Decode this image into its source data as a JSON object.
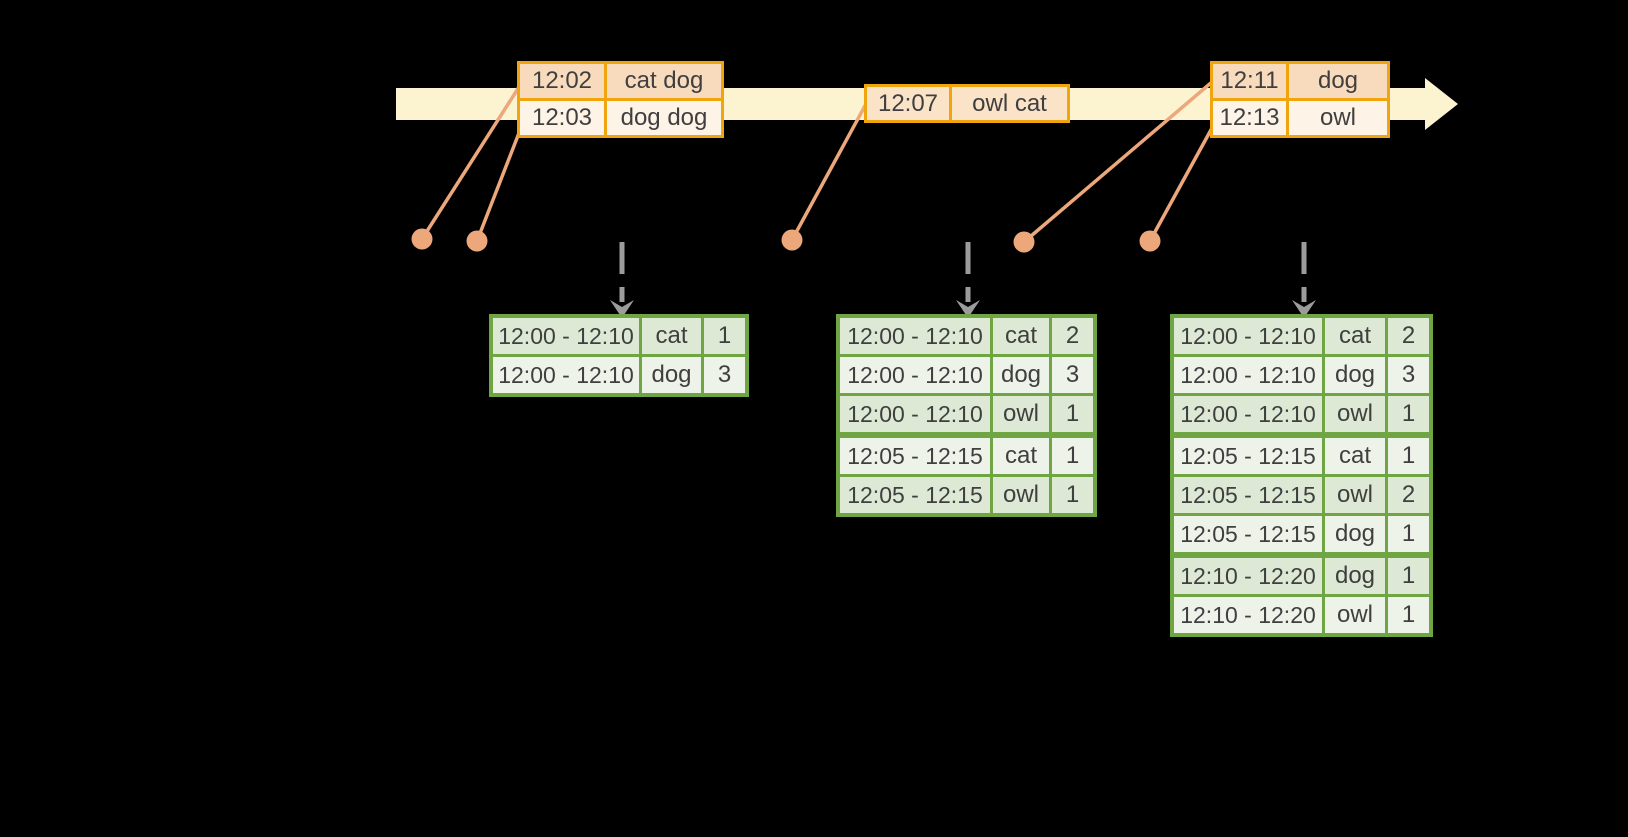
{
  "colors": {
    "background": "#000000",
    "timeline_band": "#fcf3d1",
    "event_border": "#f0a50f",
    "event_row_dark": "#f8dbbd",
    "event_row_mid": "#fbe3c8",
    "event_row_light": "#fdf3e6",
    "orange": "#eca77b",
    "result_border": "#6fa643",
    "result_row_tint": "#dde9d5",
    "result_row_light": "#eef3ea",
    "gray": "#9c9c9c",
    "text": "#3f3f3f"
  },
  "icons": {
    "timeline_arrowhead": "right-pointing-triangle",
    "event_dot": "filled-circle",
    "trigger_arrow": "dashed-line-with-down-chevron"
  },
  "event_tables": {
    "t1": {
      "rows": [
        {
          "time": "12:02",
          "words": "cat dog"
        },
        {
          "time": "12:03",
          "words": "dog dog"
        }
      ]
    },
    "t2": {
      "rows": [
        {
          "time": "12:07",
          "words": "owl cat"
        }
      ]
    },
    "t3": {
      "rows": [
        {
          "time": "12:11",
          "words": "dog"
        },
        {
          "time": "12:13",
          "words": "owl"
        }
      ]
    }
  },
  "result_tables": {
    "r1": {
      "rows": [
        {
          "window": "12:00 - 12:10",
          "word": "cat",
          "count": "1"
        },
        {
          "window": "12:00 - 12:10",
          "word": "dog",
          "count": "3"
        }
      ]
    },
    "r2": {
      "rows": [
        {
          "window": "12:00 - 12:10",
          "word": "cat",
          "count": "2"
        },
        {
          "window": "12:00 - 12:10",
          "word": "dog",
          "count": "3"
        },
        {
          "window": "12:00 - 12:10",
          "word": "owl",
          "count": "1"
        },
        {
          "window": "12:05 - 12:15",
          "word": "cat",
          "count": "1"
        },
        {
          "window": "12:05 - 12:15",
          "word": "owl",
          "count": "1"
        }
      ]
    },
    "r3": {
      "rows": [
        {
          "window": "12:00 - 12:10",
          "word": "cat",
          "count": "2"
        },
        {
          "window": "12:00 - 12:10",
          "word": "dog",
          "count": "3"
        },
        {
          "window": "12:00 - 12:10",
          "word": "owl",
          "count": "1"
        },
        {
          "window": "12:05 - 12:15",
          "word": "cat",
          "count": "1"
        },
        {
          "window": "12:05 - 12:15",
          "word": "owl",
          "count": "2"
        },
        {
          "window": "12:05 - 12:15",
          "word": "dog",
          "count": "1"
        },
        {
          "window": "12:10 - 12:20",
          "word": "dog",
          "count": "1"
        },
        {
          "window": "12:10 - 12:20",
          "word": "owl",
          "count": "1"
        }
      ]
    }
  }
}
